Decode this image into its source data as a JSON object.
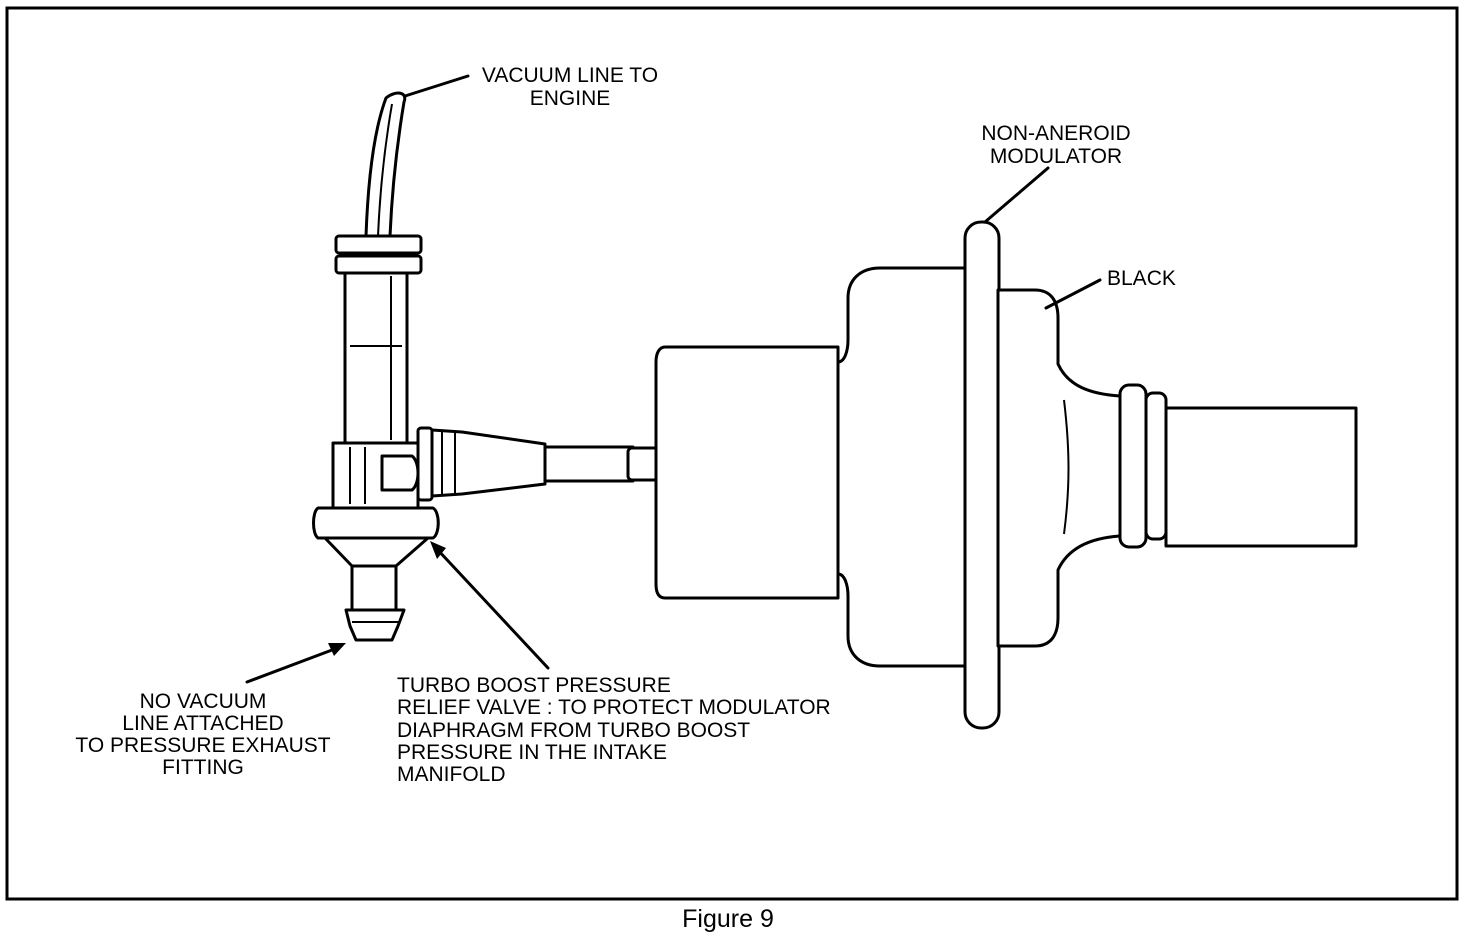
{
  "figure": {
    "caption": "Figure 9"
  },
  "labels": {
    "vacuum_line": [
      "VACUUM LINE TO",
      "ENGINE"
    ],
    "modulator": [
      "NON-ANEROID",
      "MODULATOR"
    ],
    "black": [
      "BLACK"
    ],
    "no_vacuum": [
      "NO VACUUM",
      "LINE ATTACHED",
      "TO PRESSURE EXHAUST",
      "FITTING"
    ],
    "relief_valve": [
      "TURBO BOOST PRESSURE",
      "RELIEF VALVE : TO PROTECT MODULATOR",
      "DIAPHRAGM FROM TURBO BOOST",
      "PRESSURE IN THE INTAKE",
      "MANIFOLD"
    ]
  }
}
